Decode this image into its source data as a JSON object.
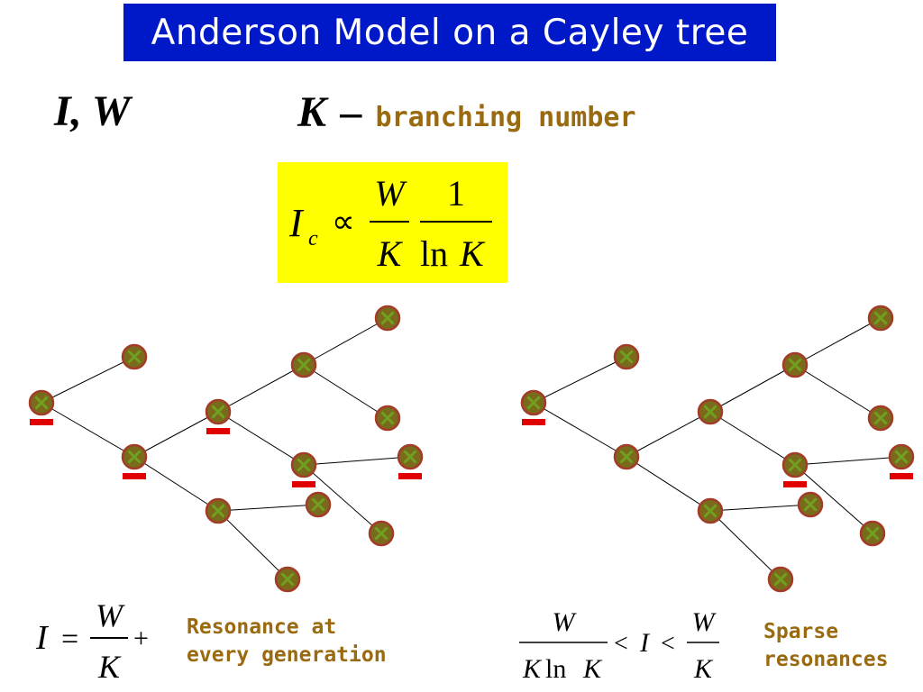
{
  "title": "Anderson Model on a Cayley tree",
  "header": {
    "params": "I, W",
    "k_symbol": "K",
    "k_dash": "–",
    "k_description": "branching number"
  },
  "formula_box": {
    "lhs": "I",
    "lhs_sub": "c",
    "relation": "∝",
    "frac1_num": "W",
    "frac1_den": "K",
    "frac2_num": "1",
    "frac2_den_ln": "ln",
    "frac2_den_var": "K"
  },
  "left_formula": {
    "lhs": "I",
    "relation": "=",
    "num": "W",
    "den": "K",
    "plus": "+"
  },
  "left_caption": [
    "Resonance at",
    "every generation"
  ],
  "right_formula": {
    "num1": "W",
    "den1_var": "K",
    "den1_ln": "ln",
    "den1_var2": "K",
    "lt1": "<",
    "mid": "I",
    "lt2": "<",
    "num2": "W",
    "den2": "K"
  },
  "right_caption": [
    "Sparse",
    "resonances"
  ],
  "colors": {
    "title_bg": "#0019c8",
    "title_text": "#ffffff",
    "highlight": "#ffff00",
    "node_fill": "#7a6a1c",
    "node_ring": "#a23c28",
    "node_cross": "#6fa020",
    "resonance_mark": "#e00000",
    "caption_text": "#9a6a10"
  },
  "legend_icons": {
    "node": "crossed-circle-icon",
    "resonance": "red-dash-marker"
  }
}
